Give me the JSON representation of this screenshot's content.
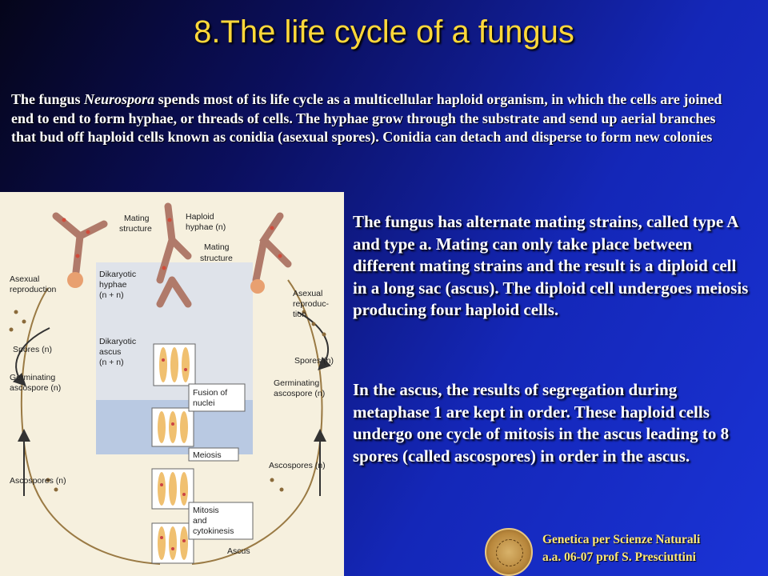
{
  "title": "8.The life cycle of a fungus",
  "intro": {
    "part1": "The fungus ",
    "genus": "Neurospora",
    "part2": " spends most of its life cycle as a multicellular haploid organism, in which the cells are joined end to end to form hyphae, or threads of cells. The hyphae grow through the substrate and send up aerial branches that bud off haploid cells known as conidia (asexual spores). Conidia can detach and disperse to form new colonies"
  },
  "paragraph1": "The fungus has alternate mating strains, called type A and type a.  Mating can only take place between different mating strains and the result is a diploid cell in a long sac (ascus). The diploid cell undergoes meiosis producing four haploid cells.",
  "paragraph2": "In the ascus, the results of segregation during metaphase 1 are kept in order. These haploid cells undergo one cycle of mitosis in the ascus leading to 8 spores (called ascospores) in order in the ascus.",
  "figure": {
    "labels": {
      "mating_structure_left": [
        "Mating",
        "structure"
      ],
      "haploid_hyphae": [
        "Haploid",
        "hyphae (n)"
      ],
      "mating_structure_right": [
        "Mating",
        "structure"
      ],
      "asexual_left": [
        "Asexual",
        "reproduction"
      ],
      "asexual_right": [
        "Asexual",
        "reproduc-",
        "tion"
      ],
      "dikaryotic_hyphae": [
        "Dikaryotic",
        "hyphae",
        "(n + n)"
      ],
      "dikaryotic_ascus": [
        "Dikaryotic",
        "ascus",
        "(n + n)"
      ],
      "spores_left": "Spores (n)",
      "spores_right": "Spores (n)",
      "germinating_left": [
        "Germinating",
        "ascospore (n)"
      ],
      "germinating_right": [
        "Germinating",
        "ascospore (n)"
      ],
      "fusion": [
        "Fusion of",
        "nuclei"
      ],
      "meiosis": "Meiosis",
      "ascospores_left": "Ascospores (n)",
      "ascospores_right": "Ascospores (n)",
      "mitosis": [
        "Mitosis",
        "and",
        "cytokinesis"
      ],
      "ascus": "Ascus"
    }
  },
  "footer": {
    "line1": "Genetica per Scienze Naturali",
    "line2": "a.a. 06-07 prof S. Presciuttini"
  },
  "colors": {
    "title": "#ffd83a",
    "footer": "#ffe97a",
    "figure_bg": "#f6f0de",
    "dikaryotic_panel": "#dfe3ea",
    "diploid_panel": "#b9c9e2"
  }
}
